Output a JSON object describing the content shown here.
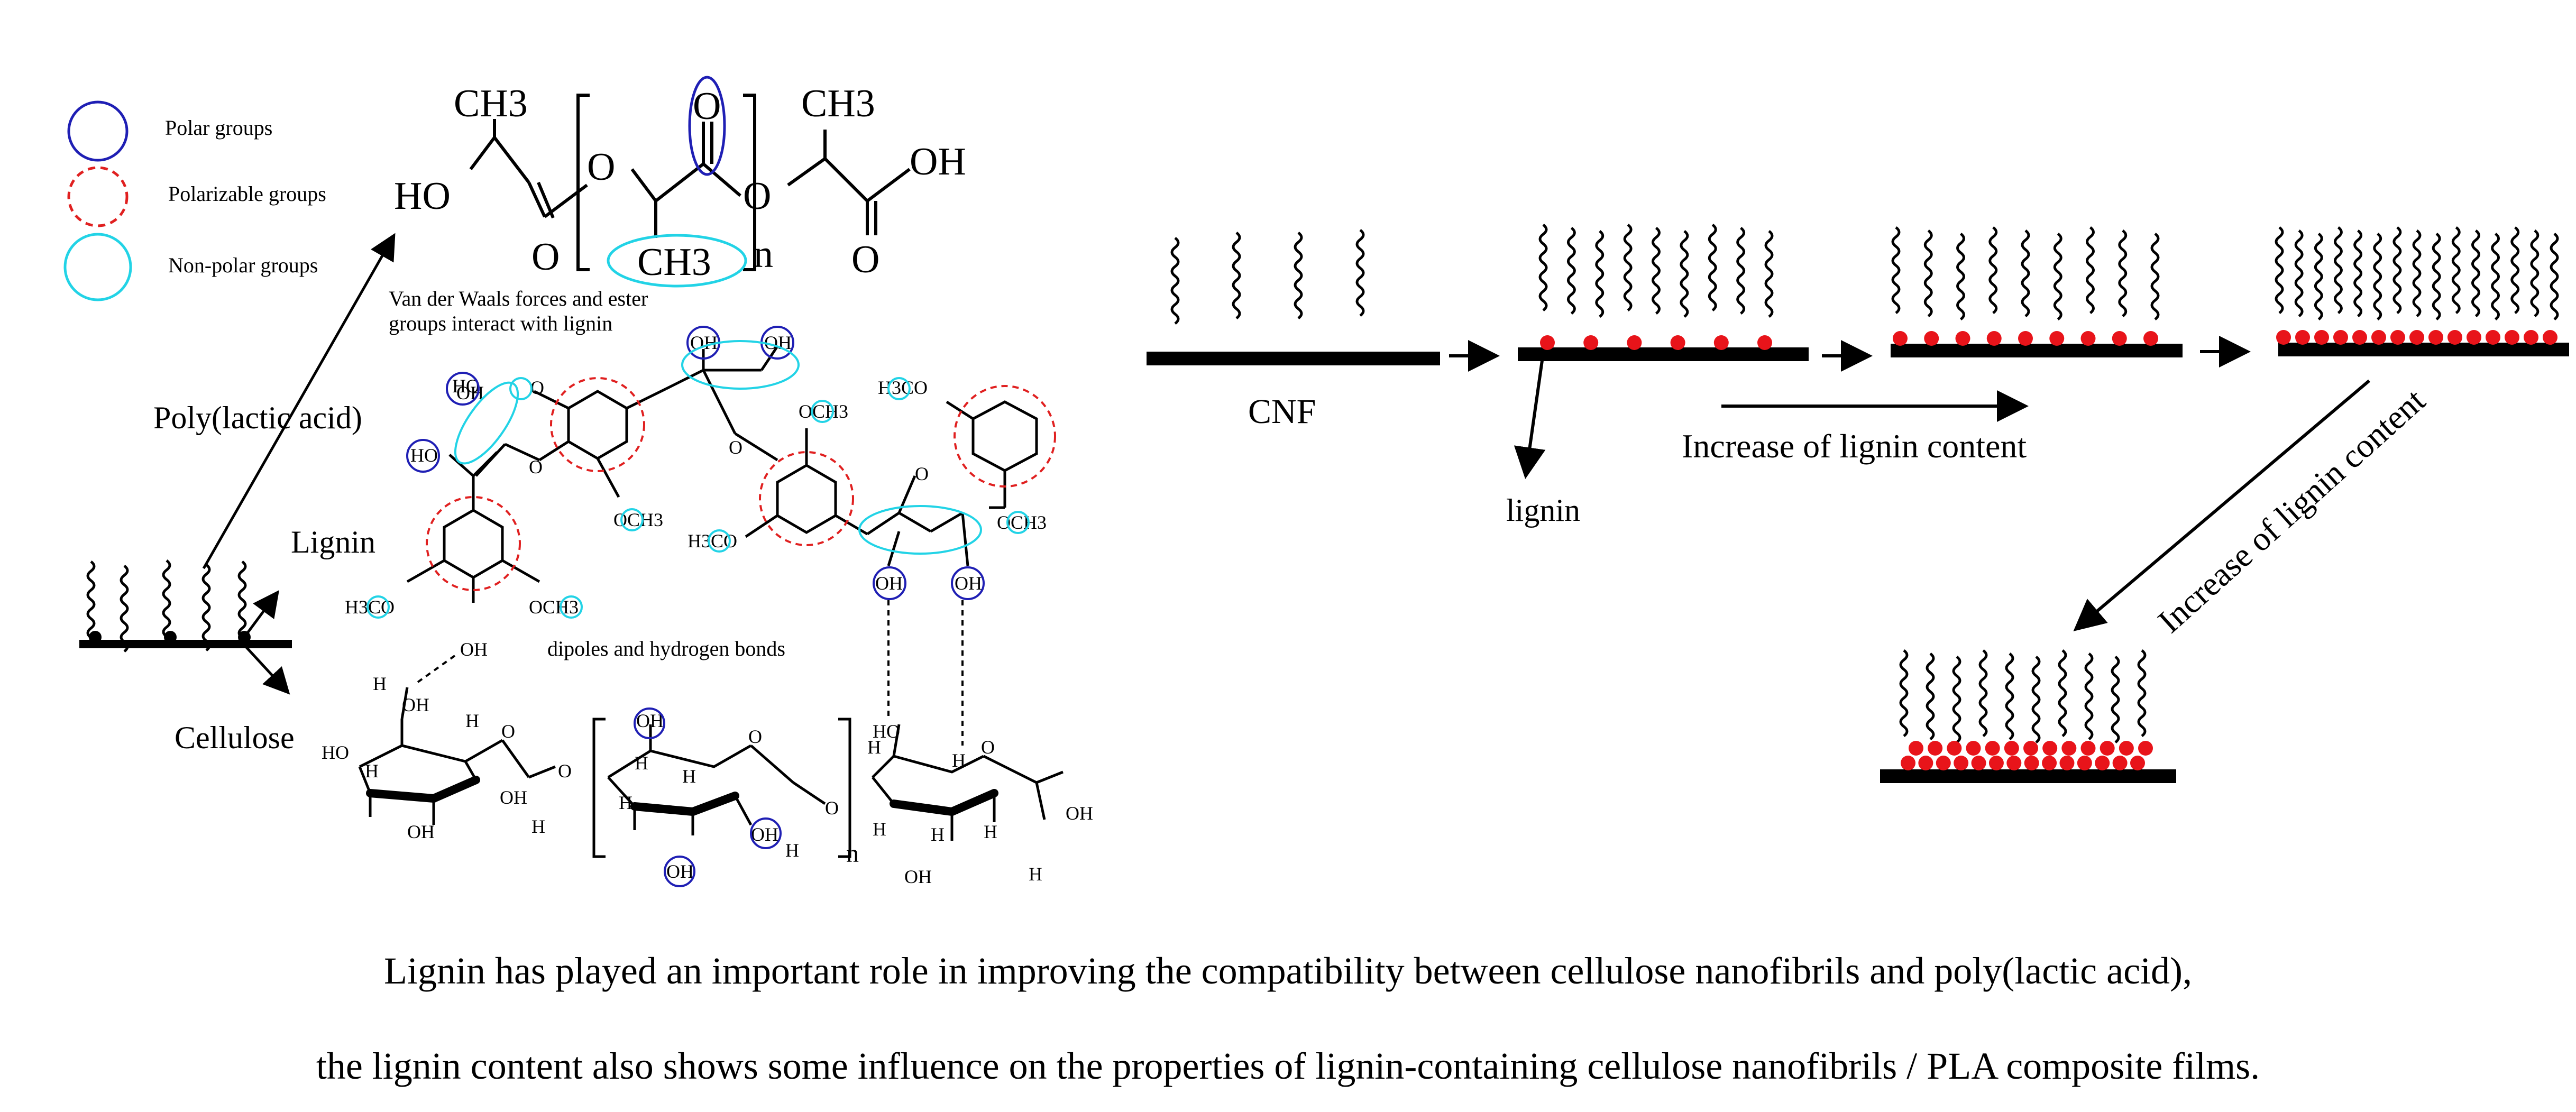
{
  "legend": [
    {
      "label": "Polar  groups",
      "style": "solid",
      "color": "#1f1fb4"
    },
    {
      "label": "Polarizable groups",
      "style": "dashed",
      "color": "#e02020"
    },
    {
      "label": "Non-polar  groups",
      "style": "solid",
      "color": "#22d3e6"
    }
  ],
  "labels": {
    "pla": "Poly(lactic acid)",
    "lignin_left": "Lignin",
    "cellulose": "Cellulose",
    "vdw_line1": "Van der Waals forces and  ester",
    "vdw_line2": "groups interact with lignin",
    "dipoles": "dipoles and hydrogen bonds",
    "cnf": "CNF",
    "lignin_right": "lignin",
    "increase_h": "Increase of lignin content",
    "increase_diag": "Increase of lignin content"
  },
  "chem": {
    "ch3": "CH3",
    "ho": "HO",
    "oh": "OH",
    "o": "O",
    "n": "n",
    "h": "H",
    "h3co": "H3CO",
    "och3": "OCH3"
  },
  "caption": {
    "line1": "Lignin has played an important role in improving the compatibility between cellulose nanofibrils and poly(lactic acid),",
    "line2": "the lignin content also shows some influence on the properties of lignin-containing cellulose nanofibrils / PLA composite films."
  },
  "colors": {
    "polar": "#1f1fb4",
    "polarizable": "#e02020",
    "nonpolar": "#22d3e6",
    "lignin_dot": "#e8141a"
  }
}
